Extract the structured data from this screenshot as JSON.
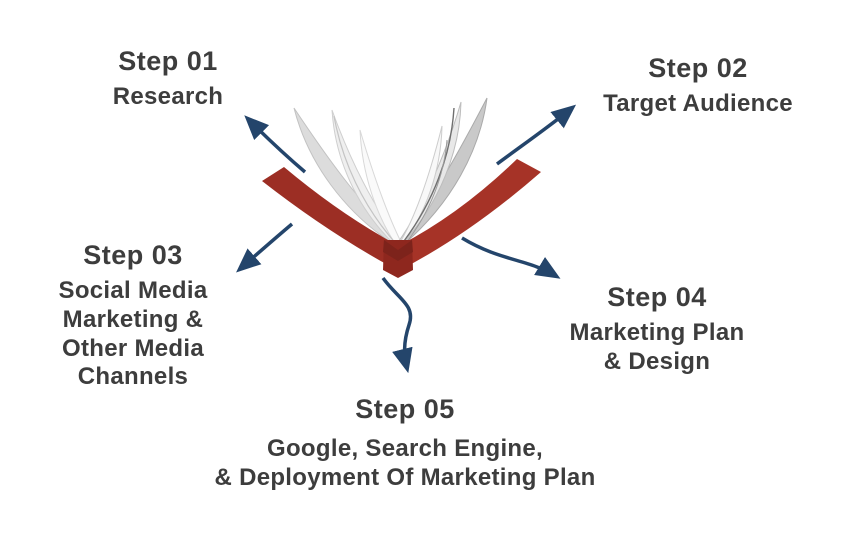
{
  "steps": [
    {
      "label": "Step 01",
      "lines": [
        "Research"
      ]
    },
    {
      "label": "Step 02",
      "lines": [
        "Target Audience"
      ]
    },
    {
      "label": "Step 03",
      "lines": [
        "Social Media",
        "Marketing &",
        "Other Media",
        "Channels"
      ]
    },
    {
      "label": "Step 04",
      "lines": [
        "Marketing Plan",
        "& Design"
      ]
    },
    {
      "label": "Step 05",
      "lines": [
        "Google, Search Engine,",
        "& Deployment Of Marketing Plan"
      ]
    }
  ],
  "center_image": "open-book",
  "colors": {
    "text": "#3d3d3d",
    "arrow": "#24456b",
    "book_cover": "#9e2f25",
    "book_cover_dark": "#7d241c",
    "pages_light": "#fafafa",
    "pages_mid": "#e0e0e0",
    "pages_dark": "#c9c9c9"
  }
}
